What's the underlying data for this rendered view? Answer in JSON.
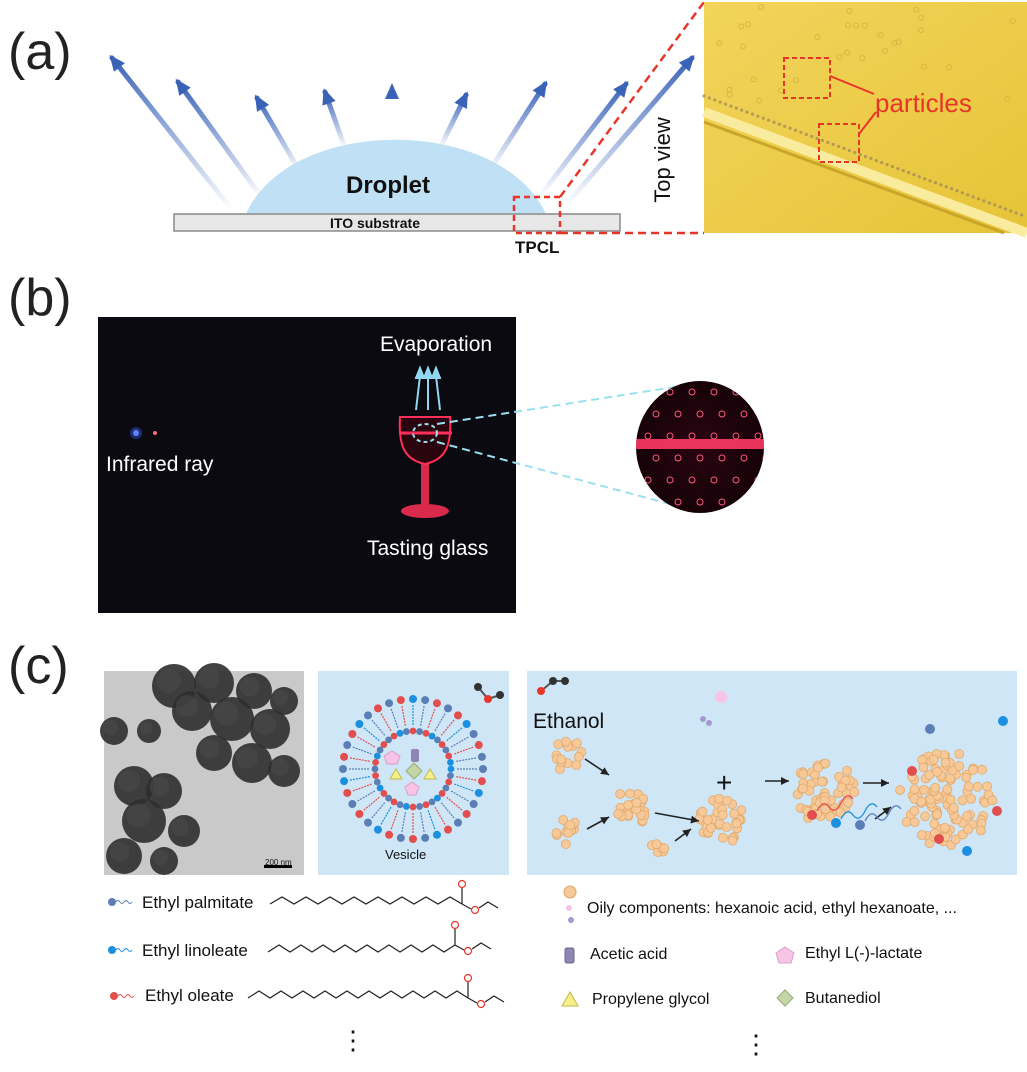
{
  "panel_a": {
    "label": "(a)",
    "droplet": "Droplet",
    "substrate": "ITO substrate",
    "tpcl": "TPCL",
    "top_view": "Top view",
    "particles": "particles"
  },
  "panel_b": {
    "label": "(b)",
    "evaporation": "Evaporation",
    "infrared": "Infrared ray",
    "glass": "Tasting glass"
  },
  "panel_c": {
    "label": "(c)",
    "scale_bar": "200 nm",
    "vesicle": "Vesicle",
    "ethanol": "Ethanol",
    "plus": "+",
    "esters": [
      {
        "name": "Ethyl palmitate"
      },
      {
        "name": "Ethyl linoleate"
      },
      {
        "name": "Ethyl oleate"
      }
    ],
    "legend": {
      "oily": "Oily components: hexanoic acid, ethyl hexanoate, ...",
      "acetic": "Acetic acid",
      "lactate": "Ethyl L(-)-lactate",
      "propylene": "Propylene glycol",
      "butanediol": "Butanediol"
    },
    "ellipsis": "⋮"
  },
  "colors": {
    "arrow_blue": "#3a63b8",
    "droplet_blue": "#bfe0f5",
    "panel_bg": "#cfe6f7",
    "particle_orange": "#f7c999",
    "red": "#e8352a",
    "laser_red": "#ff3057",
    "cyan": "#9be0ef"
  }
}
